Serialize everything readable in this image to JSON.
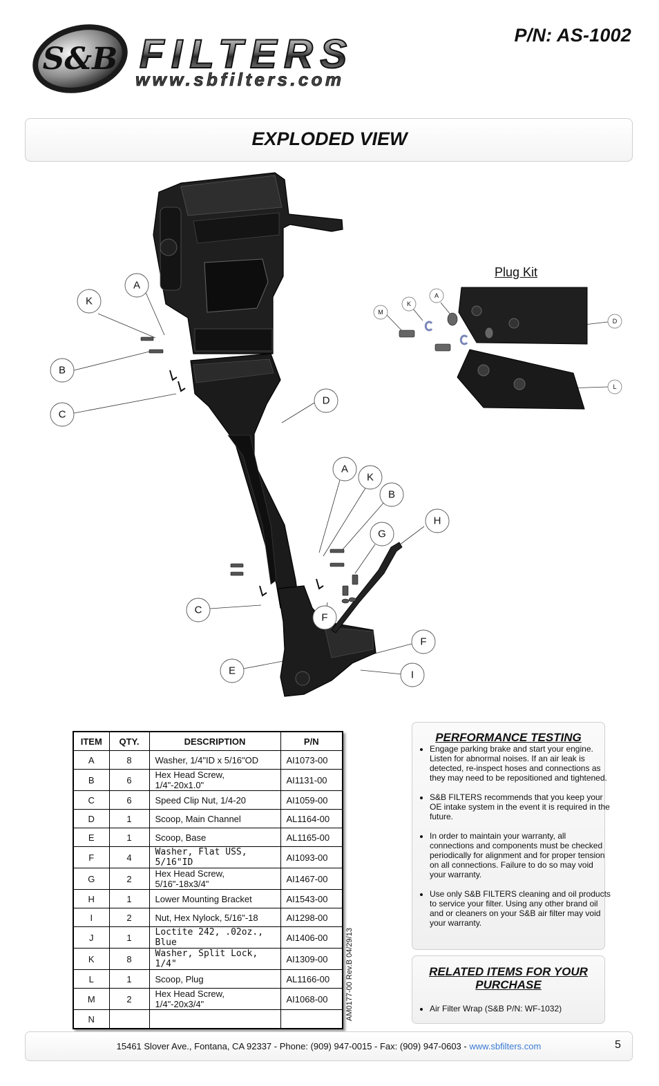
{
  "header": {
    "logo_text": "S&B FILTERS www.sbfilters.com",
    "part_number": "P/N: AS-1002"
  },
  "title": "EXPLODED VIEW",
  "diagram": {
    "plug_kit_label": "Plug Kit",
    "callouts": [
      "A",
      "K",
      "B",
      "C",
      "D",
      "A",
      "K",
      "B",
      "H",
      "G",
      "C",
      "F",
      "F",
      "E",
      "I"
    ],
    "plug_kit_callouts": [
      "M",
      "K",
      "A",
      "D",
      "L"
    ]
  },
  "parts_table": {
    "headers": [
      "ITEM",
      "QTY.",
      "DESCRIPTION",
      "P/N"
    ],
    "rows": [
      {
        "item": "A",
        "qty": "8",
        "description": "Washer, 1/4\"ID x 5/16\"OD",
        "pn": "AI1073-00"
      },
      {
        "item": "B",
        "qty": "6",
        "description": "Hex Head Screw, 1/4\"-20x1.0\"",
        "pn": "AI1131-00"
      },
      {
        "item": "C",
        "qty": "6",
        "description": "Speed Clip Nut, 1/4-20",
        "pn": "AI1059-00"
      },
      {
        "item": "D",
        "qty": "1",
        "description": "Scoop, Main Channel",
        "pn": "AL1164-00"
      },
      {
        "item": "E",
        "qty": "1",
        "description": "Scoop, Base",
        "pn": "AL1165-00"
      },
      {
        "item": "F",
        "qty": "4",
        "description": "Washer, Flat USS, 5/16\"ID",
        "pn": "AI1093-00"
      },
      {
        "item": "G",
        "qty": "2",
        "description": "Hex Head Screw, 5/16\"-18x3/4\"",
        "pn": "AI1467-00"
      },
      {
        "item": "H",
        "qty": "1",
        "description": "Lower Mounting Bracket",
        "pn": "AI1543-00"
      },
      {
        "item": "I",
        "qty": "2",
        "description": "Nut, Hex Nylock, 5/16\"-18",
        "pn": "AI1298-00"
      },
      {
        "item": "J",
        "qty": "1",
        "description": "Loctite 242, .02oz., Blue",
        "pn": "AI1406-00"
      },
      {
        "item": "K",
        "qty": "8",
        "description": "Washer, Split Lock, 1/4\"",
        "pn": "AI1309-00"
      },
      {
        "item": "L",
        "qty": "1",
        "description": "Scoop, Plug",
        "pn": "AL1166-00"
      },
      {
        "item": "M",
        "qty": "2",
        "description": "Hex Head Screw, 1/4\"-20x3/4\"",
        "pn": "AI1068-00"
      },
      {
        "item": "N",
        "qty": "",
        "description": "",
        "pn": ""
      }
    ],
    "revision": "AM0177-00 Rev.B 04/29/13"
  },
  "performance": {
    "title": "PERFORMANCE TESTING",
    "items": [
      "Engage parking brake and start your engine. Listen for abnormal noises. If an air leak is detected, re-inspect hoses and connections as they may need to be repositioned and tightened.",
      "S&B FILTERS recommends that you keep your OE intake system in the event it is required in the future.",
      "In order to maintain your warranty, all connections and components must be checked periodically for alignment and for proper tension on all connections. Failure to do so may void your warranty.",
      "Use only S&B FILTERS cleaning and oil products to service your filter. Using any other brand oil and or cleaners on your S&B air filter may void your warranty."
    ]
  },
  "related": {
    "title": "RELATED ITEMS FOR YOUR PURCHASE",
    "items": [
      "Air Filter Wrap (S&B P/N: WF-1032)"
    ]
  },
  "footer": {
    "address": "15461 Slover Ave., Fontana, CA 92337 - Phone: (909) 947-0015 - Fax: (909) 947-0603 - ",
    "website": "www.sbfilters.com",
    "page": "5"
  }
}
